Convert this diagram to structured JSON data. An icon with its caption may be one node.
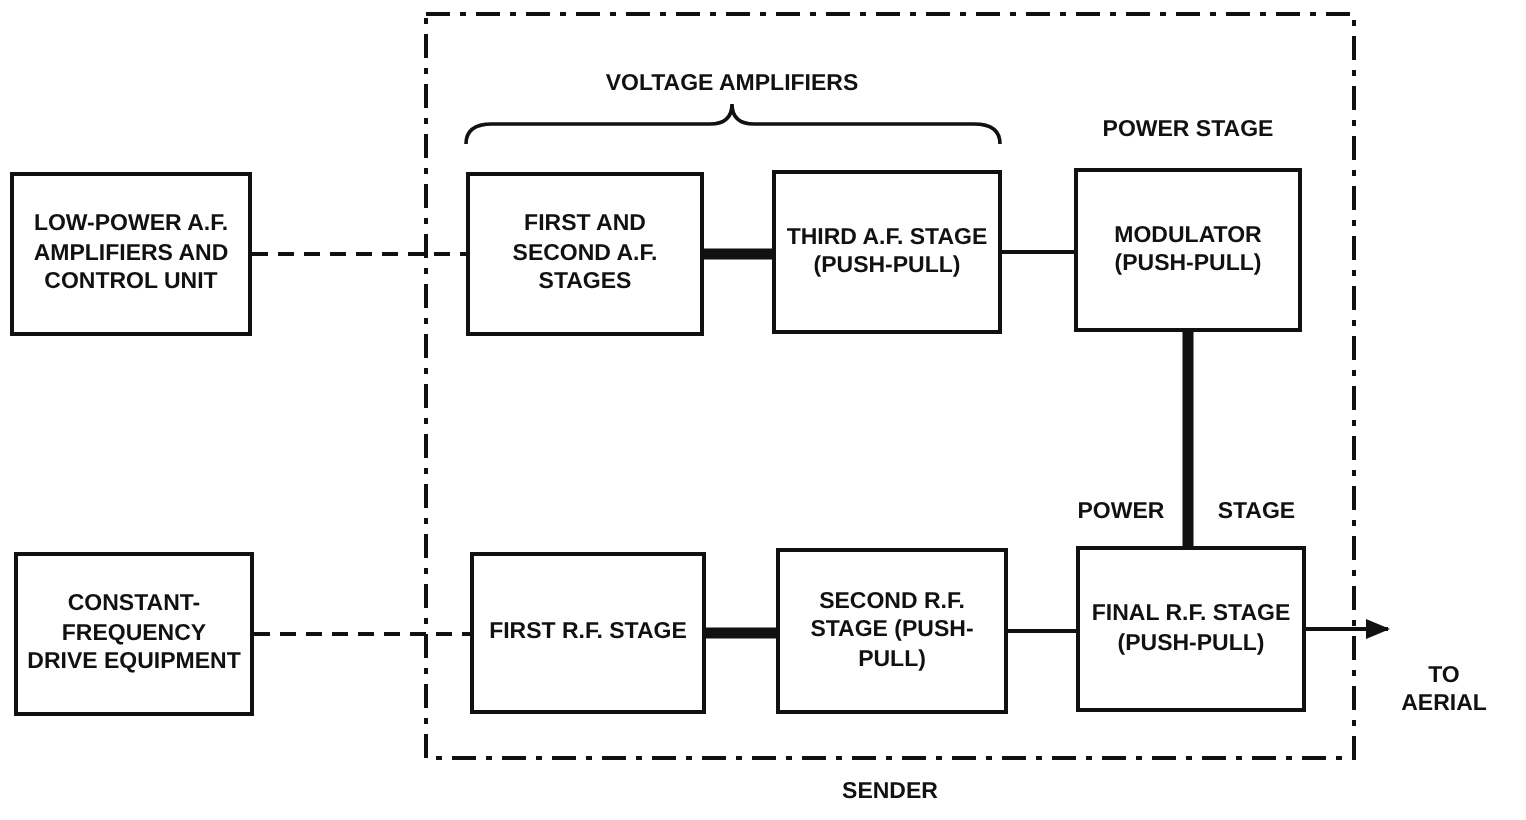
{
  "diagram": {
    "nodes": [
      {
        "text": [
          "SENDER"
        ]
      },
      {
        "text": [
          "LOW-POWER A.F. AMPLIFIERS AND CONTROL UNIT"
        ]
      },
      {
        "text": [
          "FIRST AND SECOND A.F. STAGES"
        ],
        "in": 0
      },
      {
        "text": [
          "THIRD A.F. STAGE (PUSH-PULL)"
        ],
        "in": 0
      },
      {
        "text": [
          "MODULATOR (PUSH-PULL)"
        ],
        "in": 0,
        "beside": [
          "POWER STAGE"
        ]
      },
      {
        "text": [
          "CONSTANT-FREQUENCY DRIVE EQUIPMENT"
        ]
      },
      {
        "text": [
          "FIRST R.F. STAGE"
        ],
        "in": 0
      },
      {
        "text": [
          "SECOND R.F. STAGE (PUSH-PULL)"
        ],
        "in": 0
      },
      {
        "text": [
          "FINAL R.F. STAGE (PUSH-PULL)"
        ],
        "in": 0,
        "beside": [
          "POWER",
          "STAGE"
        ]
      },
      {
        "text": [
          "TO AERIAL"
        ]
      }
    ],
    "edges": [
      {
        "from": 1,
        "to": 2,
        "arrow": "none",
        "style": "dashed"
      },
      {
        "from": 2,
        "to": 3,
        "arrow": "none",
        "style": "thick"
      },
      {
        "from": 3,
        "to": 4,
        "arrow": "none"
      },
      {
        "from": 4,
        "to": 8,
        "arrow": "none",
        "style": "thick"
      },
      {
        "from": 5,
        "to": 6,
        "arrow": "none",
        "style": "dashed"
      },
      {
        "from": 6,
        "to": 7,
        "arrow": "none",
        "style": "thick"
      },
      {
        "from": 7,
        "to": 8,
        "arrow": "none"
      },
      {
        "from": 8,
        "to": 9,
        "arrow": "to"
      }
    ],
    "labels": [
      "VOLTAGE AMPLIFIERS"
    ]
  }
}
